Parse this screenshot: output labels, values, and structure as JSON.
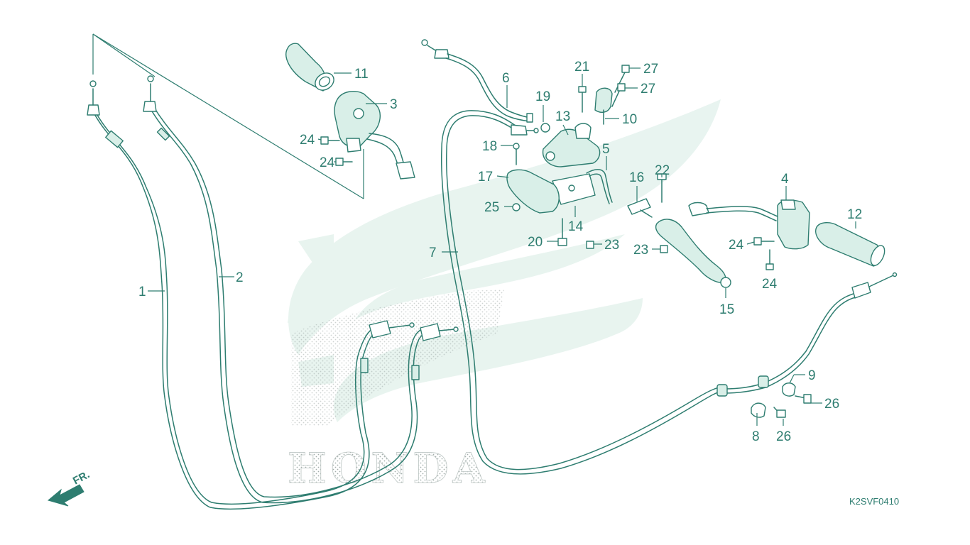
{
  "diagram": {
    "code": "K2SVF0410",
    "direction": "FR.",
    "watermark": "HONDA",
    "callouts": [
      {
        "id": "c1",
        "label": "1"
      },
      {
        "id": "c2",
        "label": "2"
      },
      {
        "id": "c3",
        "label": "3"
      },
      {
        "id": "c4",
        "label": "4"
      },
      {
        "id": "c5",
        "label": "5"
      },
      {
        "id": "c6",
        "label": "6"
      },
      {
        "id": "c7",
        "label": "7"
      },
      {
        "id": "c8",
        "label": "8"
      },
      {
        "id": "c9",
        "label": "9"
      },
      {
        "id": "c10",
        "label": "10"
      },
      {
        "id": "c11",
        "label": "11"
      },
      {
        "id": "c12",
        "label": "12"
      },
      {
        "id": "c13",
        "label": "13"
      },
      {
        "id": "c14",
        "label": "14"
      },
      {
        "id": "c15",
        "label": "15"
      },
      {
        "id": "c16",
        "label": "16"
      },
      {
        "id": "c17",
        "label": "17"
      },
      {
        "id": "c18",
        "label": "18"
      },
      {
        "id": "c19",
        "label": "19"
      },
      {
        "id": "c20",
        "label": "20"
      },
      {
        "id": "c21",
        "label": "21"
      },
      {
        "id": "c22",
        "label": "22"
      },
      {
        "id": "c23a",
        "label": "23"
      },
      {
        "id": "c23b",
        "label": "23"
      },
      {
        "id": "c24a",
        "label": "24"
      },
      {
        "id": "c24b",
        "label": "24"
      },
      {
        "id": "c24c",
        "label": "24"
      },
      {
        "id": "c24d",
        "label": "24"
      },
      {
        "id": "c25",
        "label": "25"
      },
      {
        "id": "c26a",
        "label": "26"
      },
      {
        "id": "c26b",
        "label": "26"
      },
      {
        "id": "c27a",
        "label": "27"
      },
      {
        "id": "c27b",
        "label": "27"
      }
    ]
  }
}
